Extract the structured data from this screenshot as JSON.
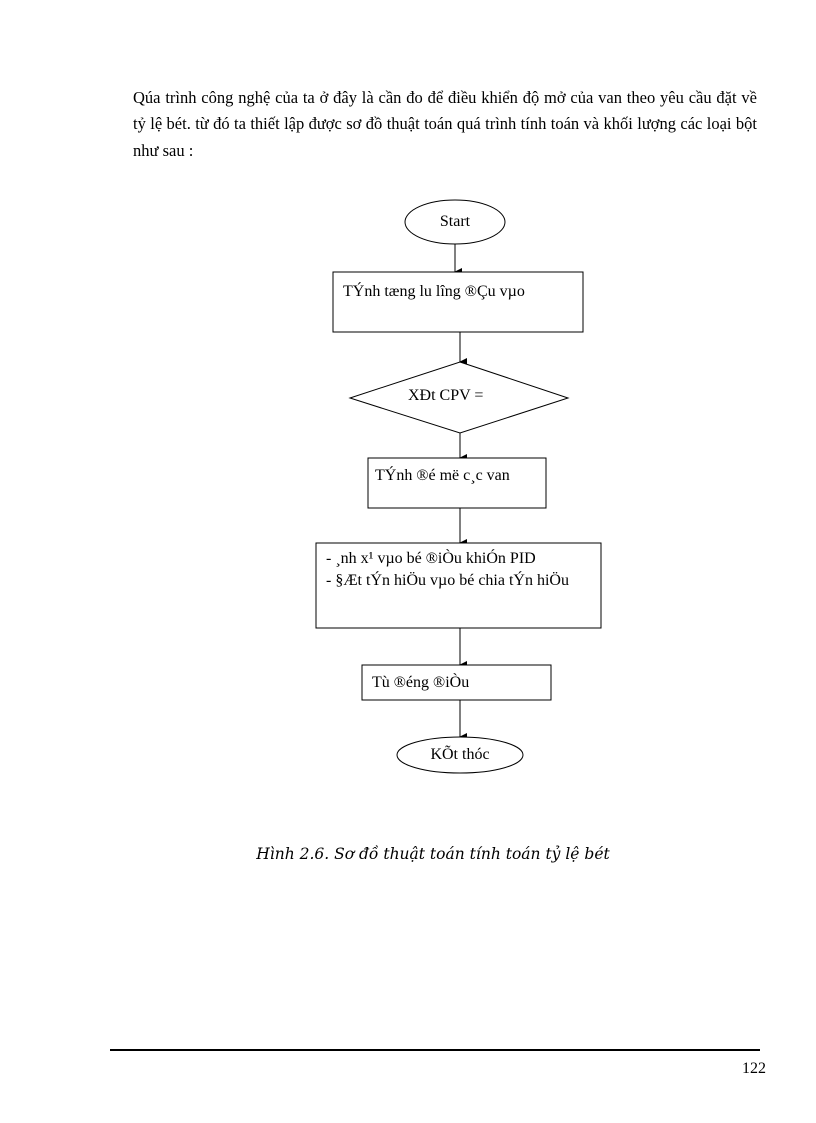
{
  "body_text": "Qúa trình công nghệ của ta ở đây là cần đo để điều khiển độ mở của van theo yêu cầu đặt về tỷ lệ bét. từ đó ta thiết lập được sơ đồ thuật toán quá trình tính toán và khối lượng các loại bột như sau :",
  "flowchart": {
    "start": "Start",
    "step1": "TÝnh tæng lu  lîng  ®Çu vµo",
    "decision": "XÐt CPV =",
    "step2": "TÝnh ®é më c¸c van",
    "step3_line1": "- ¸nh x¹ vµo bé ®iÒu khiÓn PID",
    "step3_line2": "- §Æt tÝn hiÖu vµo bé chia tÝn hiÖu",
    "step4": "Tù ®éng ®iÒu",
    "end": "KÕt thóc"
  },
  "caption": "Hình 2.6. Sơ đồ thuật toán tính toán tỷ lệ bét",
  "page_number": "122"
}
